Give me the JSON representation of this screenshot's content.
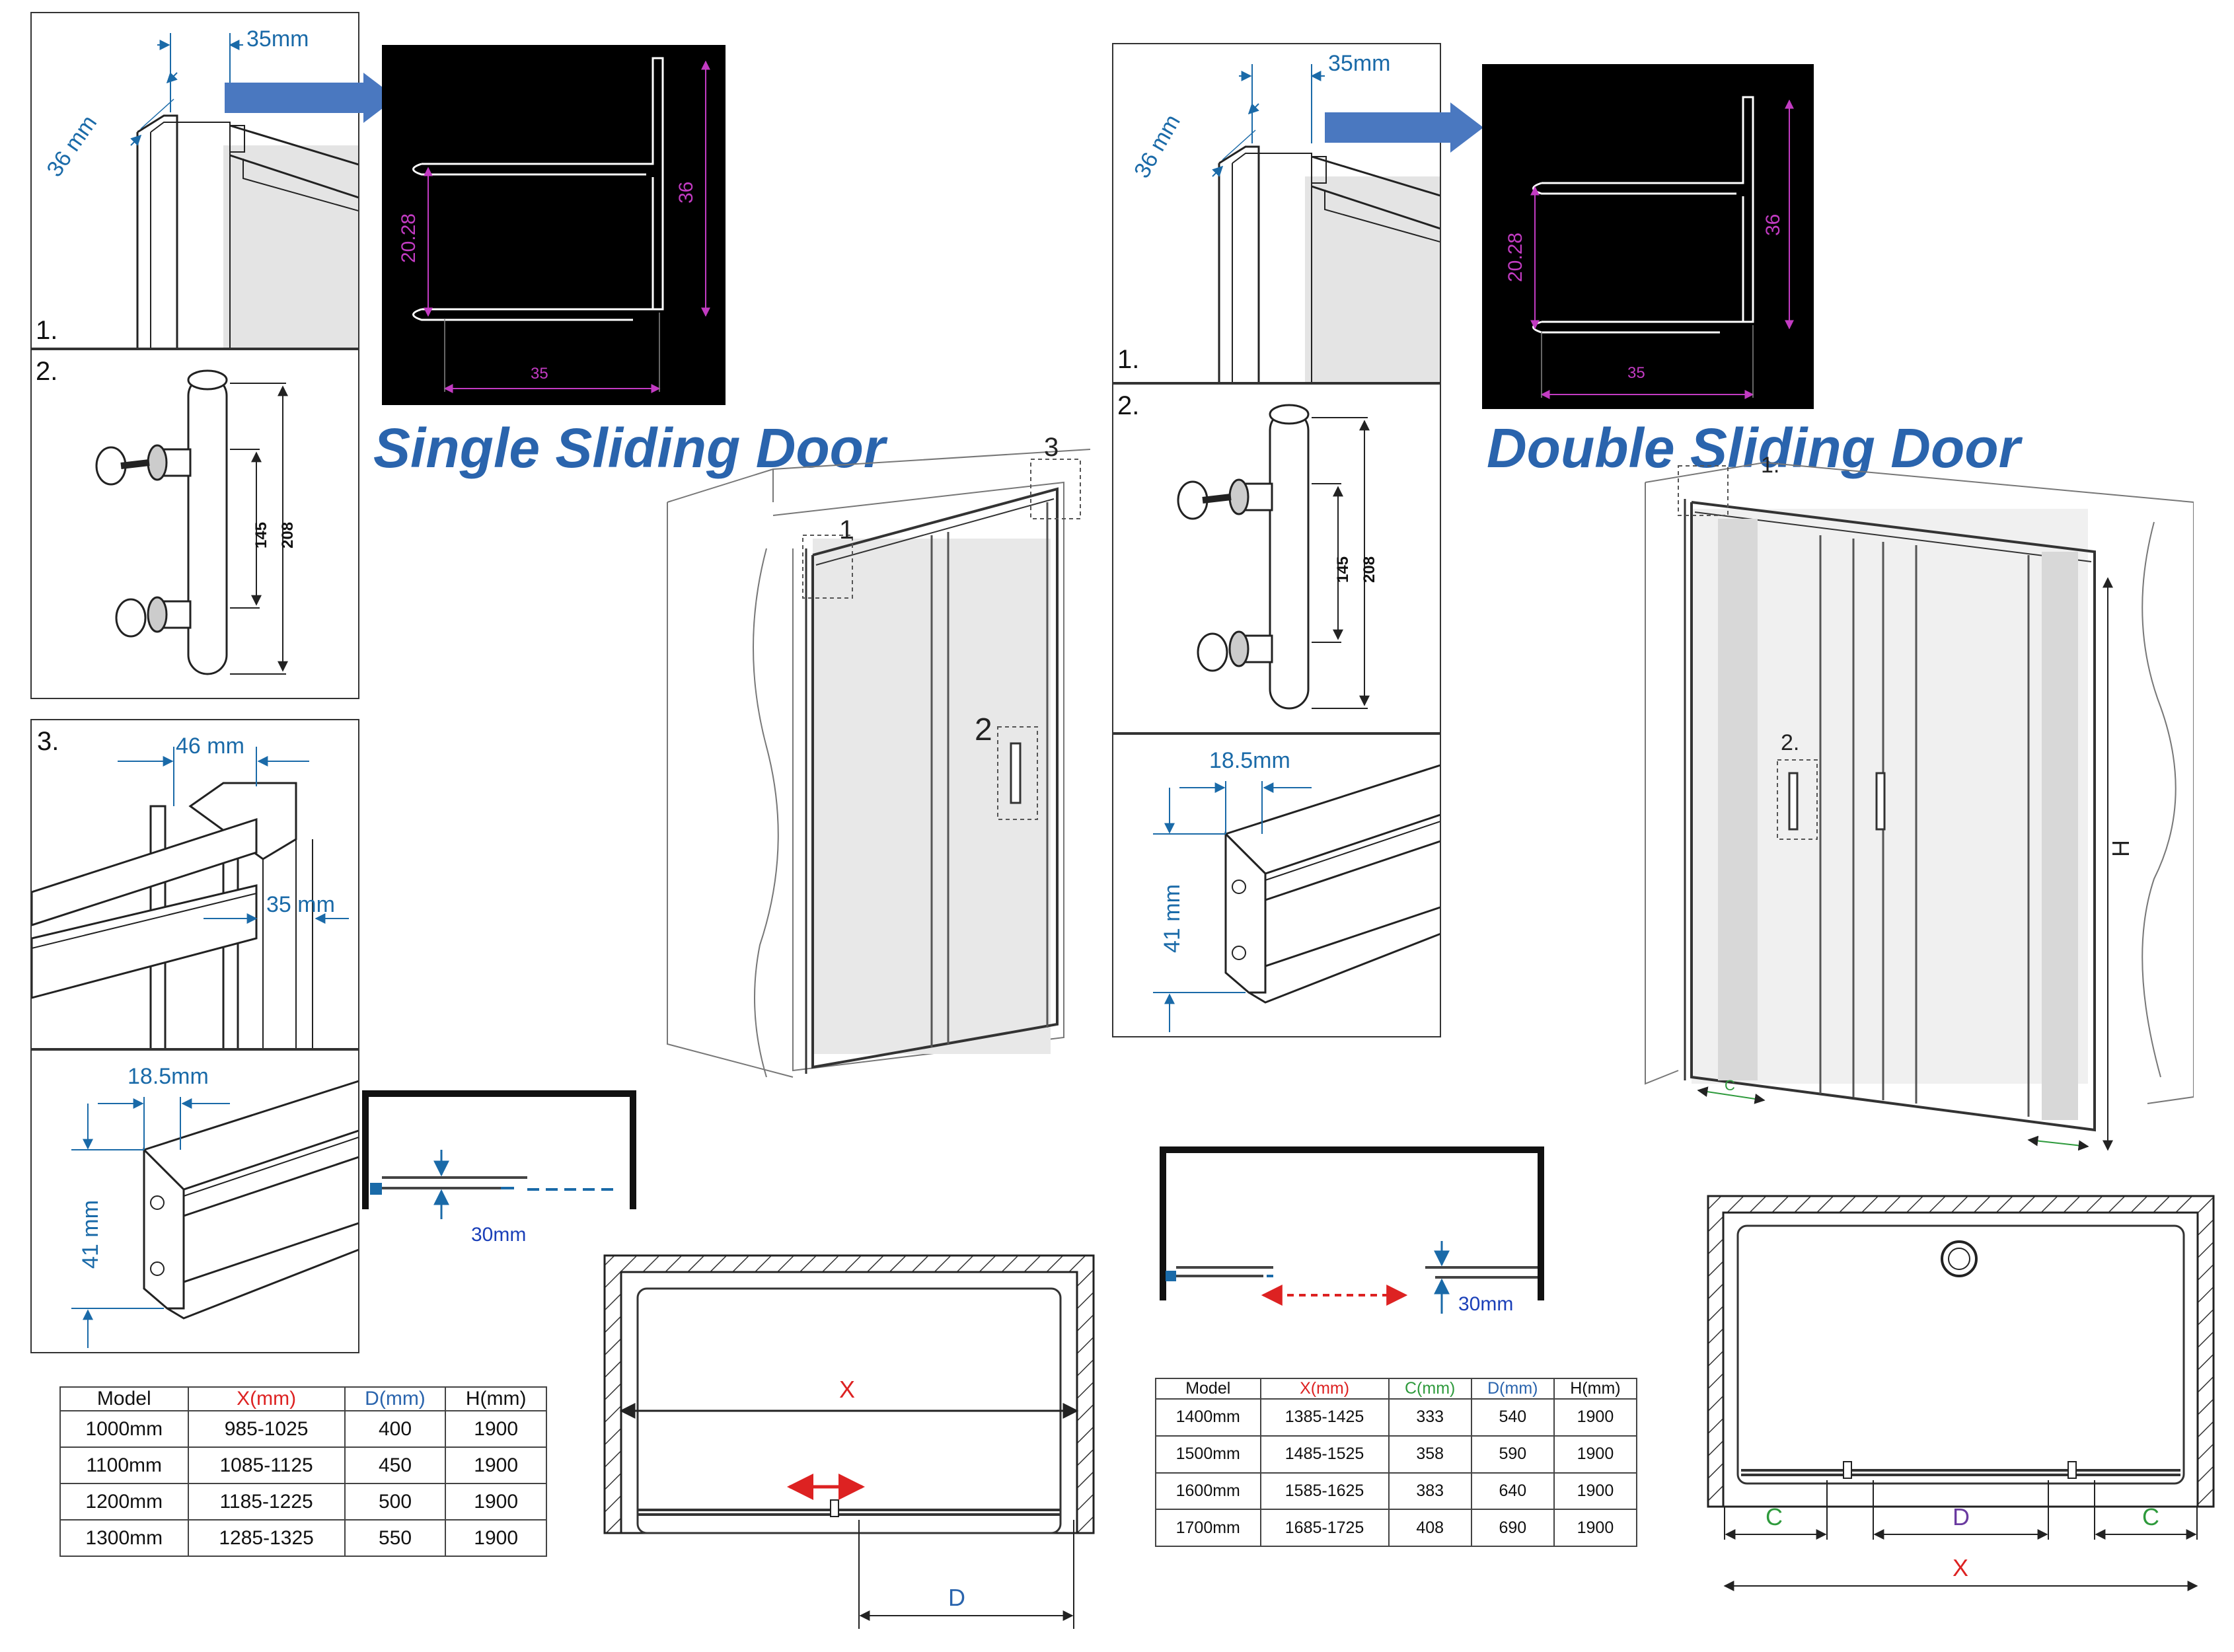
{
  "titles": {
    "single": "Single Sliding Door",
    "double": "Double Sliding Door"
  },
  "single": {
    "detail1": {
      "num": "1.",
      "dim_width": "35mm",
      "dim_depth": "36 mm"
    },
    "detail2": {
      "num": "2.",
      "inner": "145",
      "outer": "208"
    },
    "detail3": {
      "num": "3.",
      "top": "46 mm",
      "side": "35 mm"
    },
    "detail4": {
      "top": "18.5mm",
      "side": "41 mm"
    },
    "cad": {
      "h1": "20.28",
      "h2": "36",
      "w": "35"
    },
    "gap": "30mm",
    "door_labels": {
      "l1": "1",
      "l2": "2",
      "l3": "3"
    },
    "plan": {
      "x": "X",
      "d": "D"
    },
    "table": {
      "headers": [
        "Model",
        "X(mm)",
        "D(mm)",
        "H(mm)"
      ],
      "rows": [
        [
          "1000mm",
          "985-1025",
          "400",
          "1900"
        ],
        [
          "1100mm",
          "1085-1125",
          "450",
          "1900"
        ],
        [
          "1200mm",
          "1185-1225",
          "500",
          "1900"
        ],
        [
          "1300mm",
          "1285-1325",
          "550",
          "1900"
        ]
      ]
    }
  },
  "double": {
    "detail1": {
      "num": "1.",
      "dim_width": "35mm",
      "dim_depth": "36 mm"
    },
    "detail2": {
      "num": "2.",
      "inner": "145",
      "outer": "208"
    },
    "detail4": {
      "top": "18.5mm",
      "side": "41 mm"
    },
    "cad": {
      "h1": "20.28",
      "h2": "36",
      "w": "35"
    },
    "gap": "30mm",
    "door_labels": {
      "l1": "1.",
      "l2": "2.",
      "h": "H",
      "c": "C"
    },
    "plan": {
      "c_left": "C",
      "d": "D",
      "c_right": "C",
      "x": "X"
    },
    "table": {
      "headers": [
        "Model",
        "X(mm)",
        "C(mm)",
        "D(mm)",
        "H(mm)"
      ],
      "rows": [
        [
          "1400mm",
          "1385-1425",
          "333",
          "540",
          "1900"
        ],
        [
          "1500mm",
          "1485-1525",
          "358",
          "590",
          "1900"
        ],
        [
          "1600mm",
          "1585-1625",
          "383",
          "640",
          "1900"
        ],
        [
          "1700mm",
          "1685-1725",
          "408",
          "690",
          "1900"
        ]
      ]
    }
  },
  "colors": {
    "title": "#2a64ad",
    "dimension": "#1a6aa8",
    "x": "#d22",
    "c": "#2e9a3c",
    "d": "#6a3aa0",
    "magenta": "#c23bc2",
    "arrow": "#4a78c0"
  }
}
